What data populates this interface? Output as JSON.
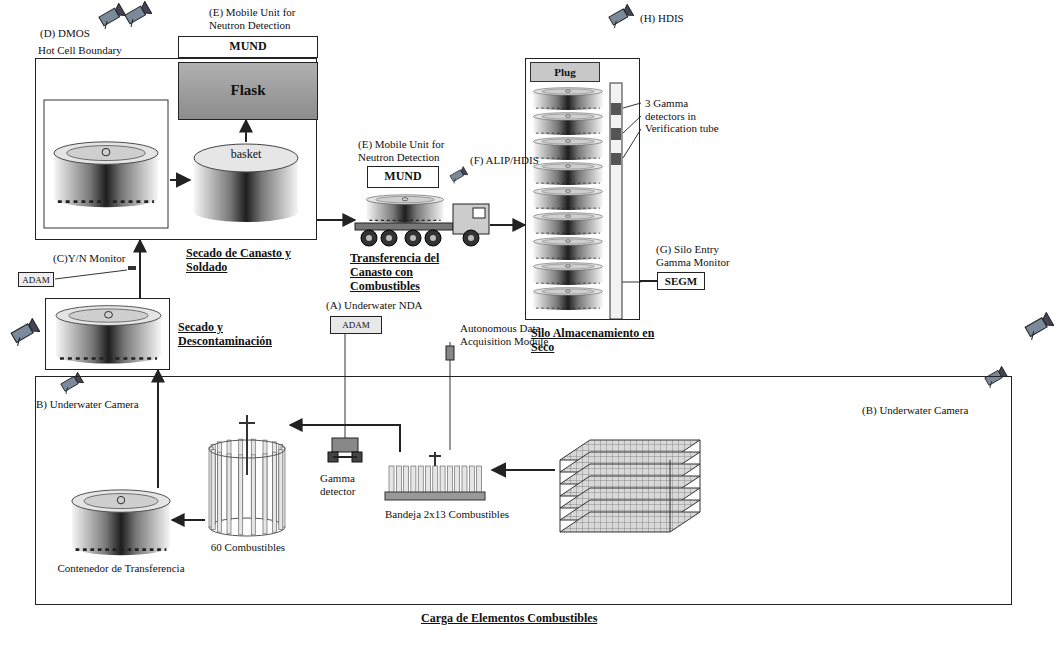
{
  "diagram": {
    "nodes": [
      {
        "text": [
          "Hot Cell Boundary",
          "Secado de Canasto y Soldado"
        ]
      },
      {
        "text": [
          "(E) Mobile Unit for Neutron Detection",
          "MUND"
        ]
      },
      {
        "text": [
          "Flask"
        ],
        "in": 0
      },
      {
        "text": [
          "basket"
        ],
        "in": 0
      },
      {
        "text": [
          "(E) Mobile Unit for Neutron Detection",
          "MUND"
        ]
      },
      {
        "text": [
          "Transferencia del Canasto con Combustibles"
        ]
      },
      {
        "text": [
          "Silo Almacenamiento en Seco"
        ]
      },
      {
        "text": [
          "Plug"
        ],
        "in": 6
      },
      {
        "text": [
          "(G) Silo Entry Gamma Monitor",
          "SEGM"
        ]
      },
      {
        "text": [
          "(C)Y/N Monitor",
          "ADAM"
        ]
      },
      {
        "text": [
          "Secado y Descontaminación"
        ]
      },
      {
        "text": [
          "(A) Underwater NDA",
          "ADAM"
        ]
      },
      {
        "text": [
          "Carga de Elementos Combustibles"
        ]
      },
      {
        "text": [
          "Contenedor de Transferencia"
        ],
        "in": 12
      },
      {
        "text": [
          "60 Combustibles"
        ],
        "in": 12
      },
      {
        "text": [
          "Bandeja 2x13 Combustibles"
        ],
        "in": 12
      }
    ],
    "edges": [
      {
        "from": 3,
        "to": 2,
        "arrow": "to"
      },
      {
        "from": 0,
        "to": 5,
        "arrow": "to"
      },
      {
        "from": 5,
        "to": 6,
        "arrow": "to"
      },
      {
        "from": 6,
        "to": 8,
        "arrow": "none"
      },
      {
        "from": 10,
        "to": 0,
        "arrow": "to"
      },
      {
        "from": 13,
        "to": 10,
        "arrow": "to"
      },
      {
        "from": 14,
        "to": 13,
        "arrow": "to"
      },
      {
        "from": 15,
        "to": 14,
        "arrow": "to"
      }
    ],
    "labels": [
      "(D) DMOS",
      "(H) HDIS",
      "(F) ALIP/HDIS",
      "3 Gamma detectors in Verification tube",
      "B) Underwater Camera",
      "(B) Underwater Camera",
      "Gamma detector",
      "Autonomous Data Acquisition Module"
    ]
  }
}
